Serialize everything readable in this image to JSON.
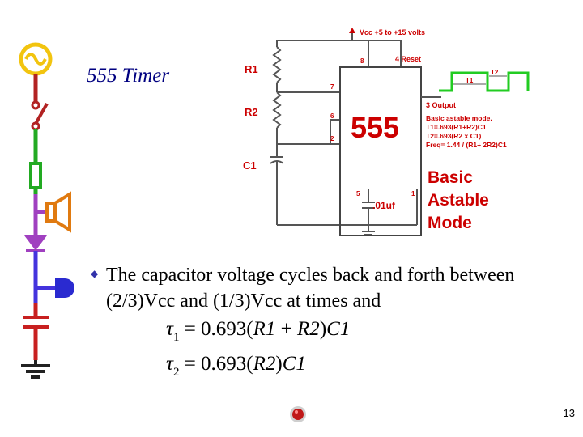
{
  "slide": {
    "title": "555 Timer",
    "bullet": "The capacitor voltage cycles back and forth between (2/3)Vcc and (1/3)Vcc at times and",
    "formula1": {
      "symbol": "τ",
      "subscript": "1",
      "rhs_prefix": "= 0.693(",
      "r1": "R1",
      "plus": " + ",
      "r2": "R2",
      "close": ")",
      "c": "C1"
    },
    "formula2": {
      "symbol": "τ",
      "subscript": "2",
      "rhs_prefix": "= 0.693(",
      "r2": "R2",
      "close": ")",
      "c": "C1"
    },
    "page_number": "13"
  },
  "schematic": {
    "vcc": "Vcc +5 to +15 volts",
    "chip": "555",
    "r1": "R1",
    "r2": "R2",
    "c1": "C1",
    "pin8": "8",
    "pin4": "4 Reset",
    "pin7": "7",
    "pin6": "6",
    "pin2": "2",
    "pin5": "5",
    "pin1": "1",
    "output": "3 Output",
    "t1": "T1",
    "t2": "T2",
    "cap_value": ".01uf",
    "notes": [
      "Basic astable mode.",
      "T1=.693(R1+R2)C1",
      "T2=.693(R2 x C1)",
      "Freq= 1.44 / (R1+ 2R2)C1"
    ],
    "big_label": [
      "Basic",
      "Astable",
      "Mode"
    ]
  },
  "colors": {
    "title": "#000080",
    "schematic_text": "#cc0000",
    "wire": "#555555"
  }
}
